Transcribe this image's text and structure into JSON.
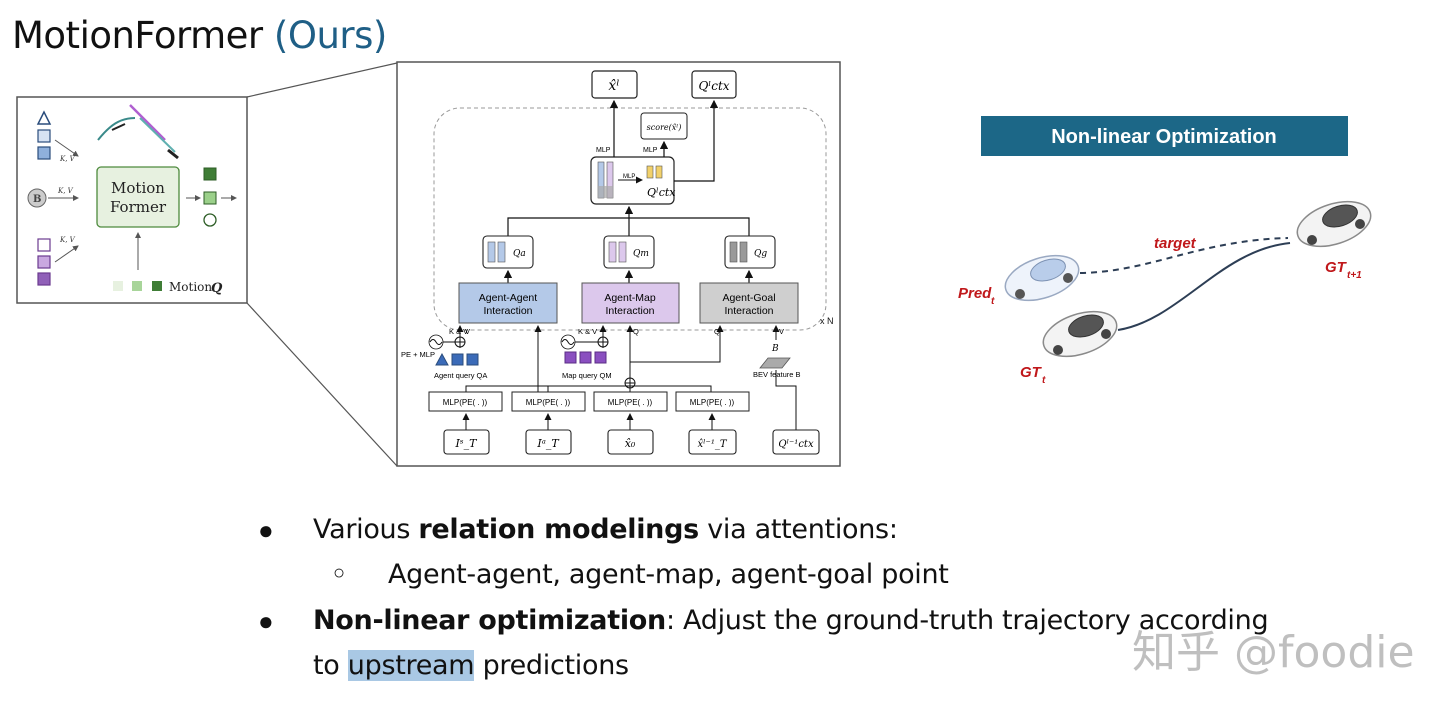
{
  "slide": {
    "title_main": "MotionFormer",
    "title_paren": "(Ours)"
  },
  "left_panel": {
    "kv": "K, V",
    "b_label": "B",
    "motion_former_line1": "Motion",
    "motion_former_line2": "Former",
    "motion_q": "Motion",
    "motion_q_symbol": "Q"
  },
  "diagram": {
    "outputs": [
      "x̂ˡ",
      "Qˡctx"
    ],
    "score_label": "score(x̂ˡ)",
    "mlp": "MLP",
    "q_labels": [
      "Qa",
      "Qm",
      "Qg"
    ],
    "modules": [
      {
        "line1": "Agent-Agent",
        "line2": "Interaction",
        "color": "#b4c9e8"
      },
      {
        "line1": "Agent-Map",
        "line2": "Interaction",
        "color": "#dcc8ec"
      },
      {
        "line1": "Agent-Goal",
        "line2": "Interaction",
        "color": "#cfcfcf"
      }
    ],
    "xn": "x N",
    "kv": "K & V",
    "q": "Q",
    "v": "V",
    "b": "B",
    "pe_mlp": "PE + MLP",
    "agent_query": "Agent query QA",
    "map_query": "Map query QM",
    "bev_feature": "BEV feature B",
    "mlp_pe": "MLP(PE( . ))",
    "inputs": [
      "Iˢ_T",
      "Iᵃ_T",
      "x̂₀",
      "x̂ˡ⁻¹_T",
      "Qˡ⁻¹ctx"
    ]
  },
  "right_panel": {
    "banner": "Non-linear Optimization",
    "target": "target",
    "pred": "Pred",
    "pred_sub": "t",
    "gt": "GT",
    "gt_sub": "t",
    "gt1": "GT",
    "gt1_sub": "t+1",
    "banner_color": "#1c6787"
  },
  "bullets": {
    "b1_pre": "Various ",
    "b1_bold": "relation modelings",
    "b1_post": " via attentions:",
    "b1_sub": "Agent-agent, agent-map, agent-goal point",
    "b2_bold": "Non-linear optimization",
    "b2_post": ": Adjust the ground-truth trajectory according",
    "b2_line2_pre": "to ",
    "b2_line2_hl": "upstream",
    "b2_line2_post": " predictions"
  },
  "watermark": "知乎 @foodie"
}
